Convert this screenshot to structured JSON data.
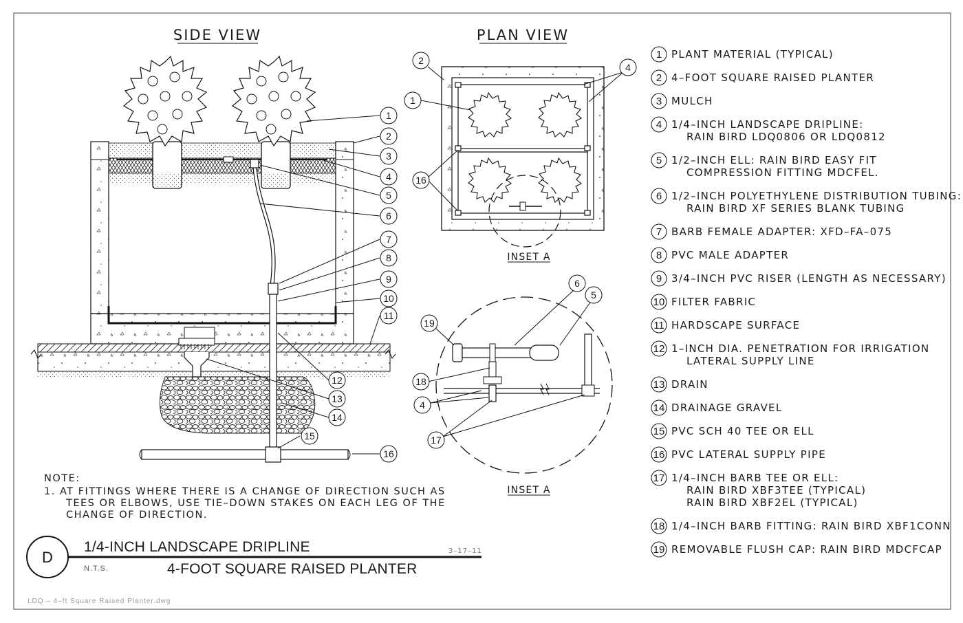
{
  "views": {
    "side_title": "SIDE VIEW",
    "plan_title": "PLAN VIEW",
    "inset_label_plan": "INSET A",
    "inset_label_detail": "INSET A"
  },
  "callouts": [
    "1",
    "2",
    "3",
    "4",
    "5",
    "6",
    "7",
    "8",
    "9",
    "10",
    "11",
    "12",
    "13",
    "14",
    "15",
    "16",
    "17",
    "18",
    "19"
  ],
  "legend": [
    {
      "num": "1",
      "lines": [
        "PLANT MATERIAL (TYPICAL)"
      ]
    },
    {
      "num": "2",
      "lines": [
        "4–FOOT SQUARE RAISED PLANTER"
      ]
    },
    {
      "num": "3",
      "lines": [
        "MULCH"
      ]
    },
    {
      "num": "4",
      "lines": [
        "1/4–INCH LANDSCAPE DRIPLINE:",
        "RAIN BIRD LDQ0806 OR LDQ0812"
      ]
    },
    {
      "num": "5",
      "lines": [
        "1/2–INCH ELL: RAIN BIRD EASY FIT",
        "COMPRESSION FITTING MDCFEL."
      ]
    },
    {
      "num": "6",
      "lines": [
        "1/2–INCH POLYETHYLENE DISTRIBUTION TUBING:",
        "RAIN BIRD XF SERIES BLANK TUBING"
      ]
    },
    {
      "num": "7",
      "lines": [
        "BARB FEMALE ADAPTER: XFD–FA–075"
      ]
    },
    {
      "num": "8",
      "lines": [
        "PVC MALE ADAPTER"
      ]
    },
    {
      "num": "9",
      "lines": [
        "3/4–INCH PVC RISER (LENGTH AS NECESSARY)"
      ]
    },
    {
      "num": "10",
      "lines": [
        "FILTER FABRIC"
      ]
    },
    {
      "num": "11",
      "lines": [
        "HARDSCAPE SURFACE"
      ]
    },
    {
      "num": "12",
      "lines": [
        "1–INCH DIA. PENETRATION FOR IRRIGATION",
        "LATERAL SUPPLY LINE"
      ]
    },
    {
      "num": "13",
      "lines": [
        "DRAIN"
      ]
    },
    {
      "num": "14",
      "lines": [
        "DRAINAGE GRAVEL"
      ]
    },
    {
      "num": "15",
      "lines": [
        "PVC SCH 40 TEE OR ELL"
      ]
    },
    {
      "num": "16",
      "lines": [
        "PVC LATERAL SUPPLY PIPE"
      ]
    },
    {
      "num": "17",
      "lines": [
        "1/4–INCH BARB TEE OR ELL:",
        "RAIN BIRD XBF3TEE (TYPICAL)",
        "RAIN BIRD XBF2EL (TYPICAL)"
      ]
    },
    {
      "num": "18",
      "lines": [
        "1/4–INCH BARB FITTING: RAIN BIRD XBF1CONN"
      ]
    },
    {
      "num": "19",
      "lines": [
        "REMOVABLE FLUSH CAP: RAIN BIRD MDCFCAP"
      ]
    }
  ],
  "note": {
    "heading": "NOTE:",
    "lines": [
      "1. AT FITTINGS WHERE THERE IS A CHANGE OF DIRECTION SUCH AS",
      "TEES OR ELBOWS, USE TIE–DOWN STAKES ON EACH LEG OF THE",
      "CHANGE OF DIRECTION."
    ]
  },
  "title_block": {
    "detail_letter": "D",
    "title_line1": "1/4-INCH LANDSCAPE DRIPLINE",
    "title_line2": "4-FOOT SQUARE RAISED PLANTER",
    "scale": "N.T.S.",
    "date": "3–17–11",
    "filename": "LDQ – 4–ft Square Raised Planter.dwg"
  }
}
